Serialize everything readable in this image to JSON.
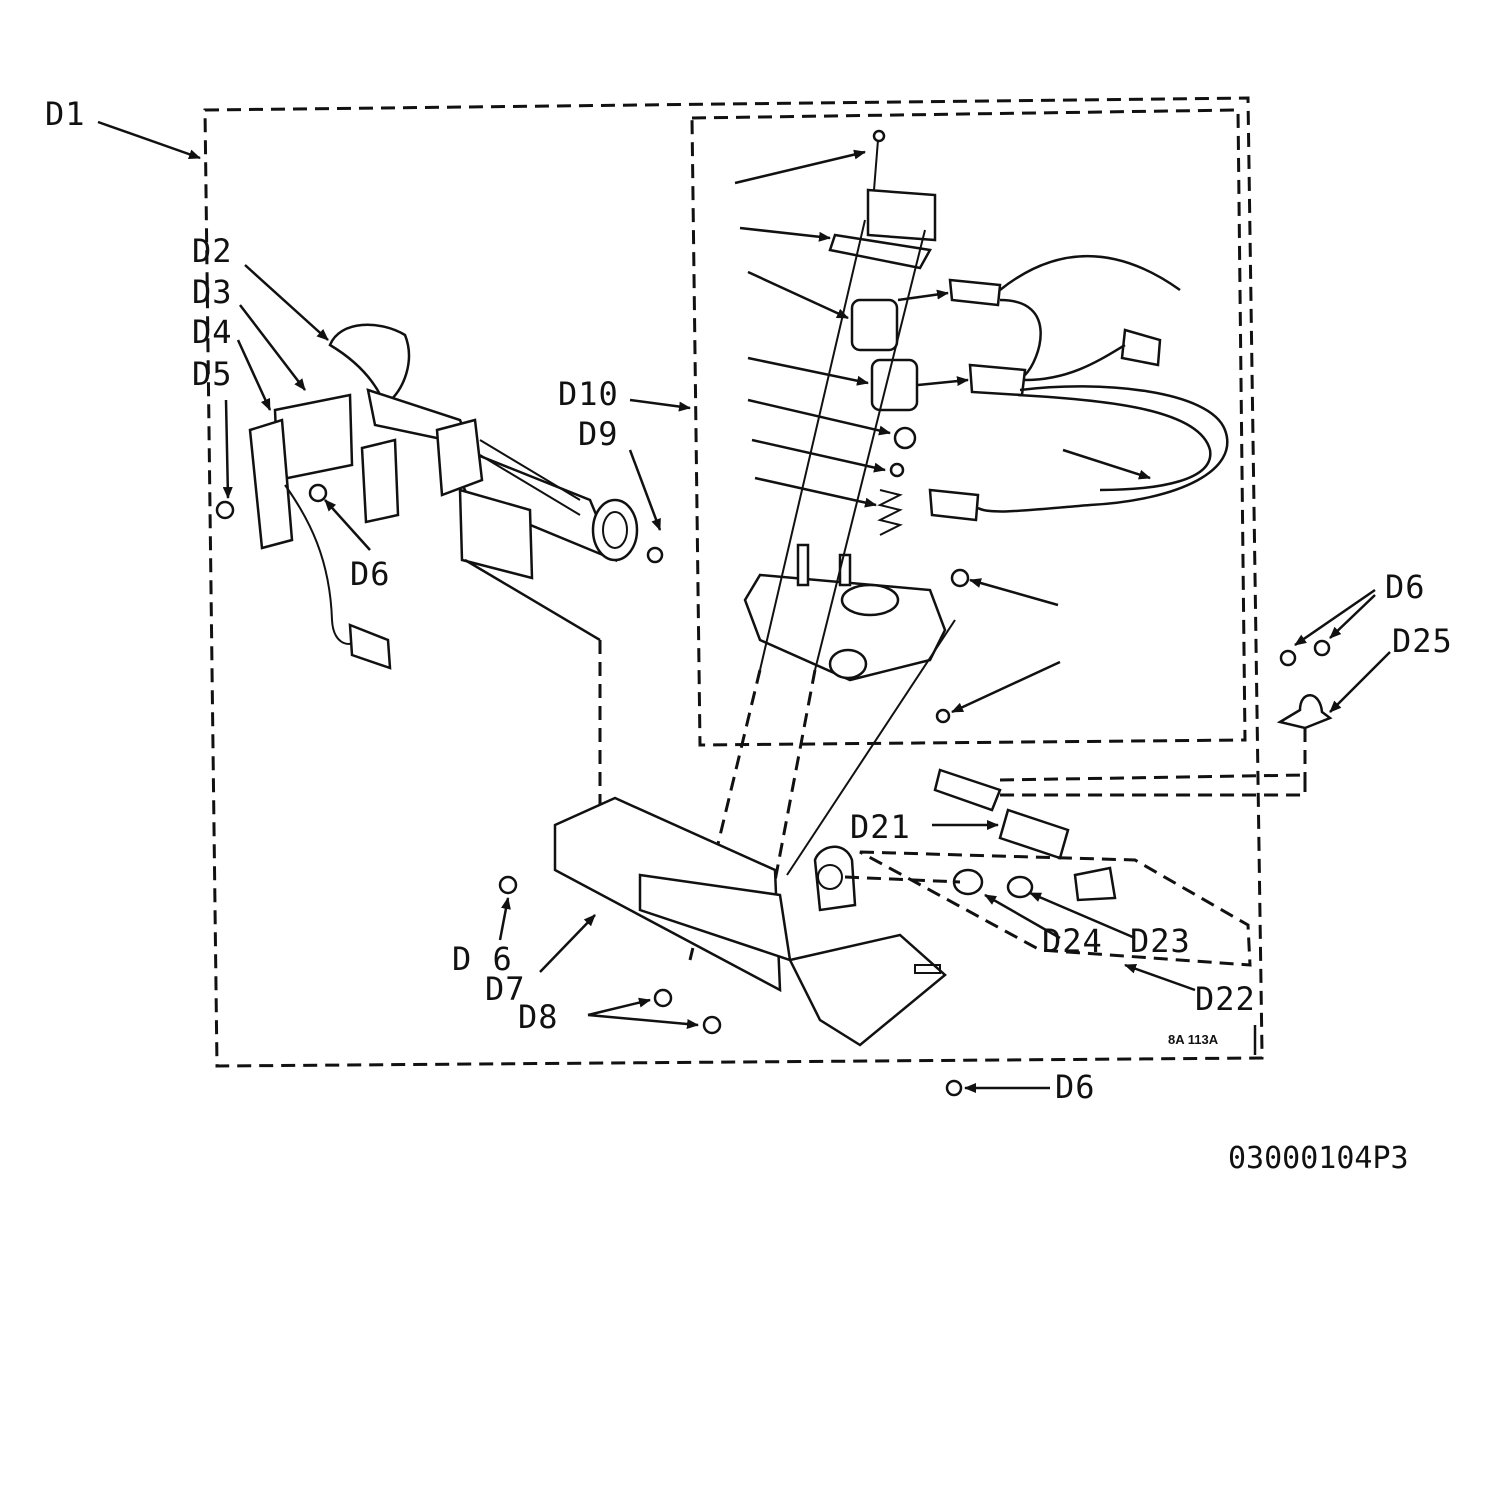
{
  "diagram": {
    "callouts": {
      "d1": "D1",
      "d2": "D2",
      "d3": "D3",
      "d4": "D4",
      "d5": "D5",
      "d6_left": "D6",
      "d10": "D10",
      "d9": "D9",
      "d6_right": "D6",
      "d25": "D25",
      "d21": "D21",
      "d6_lower": "D 6",
      "d7": "D7",
      "d8": "D8",
      "d24": "D24",
      "d23": "D23",
      "d22": "D22",
      "d6_bottom": "D6"
    },
    "drawing_tag": "8A 113A",
    "part_number": "03000104P3"
  }
}
